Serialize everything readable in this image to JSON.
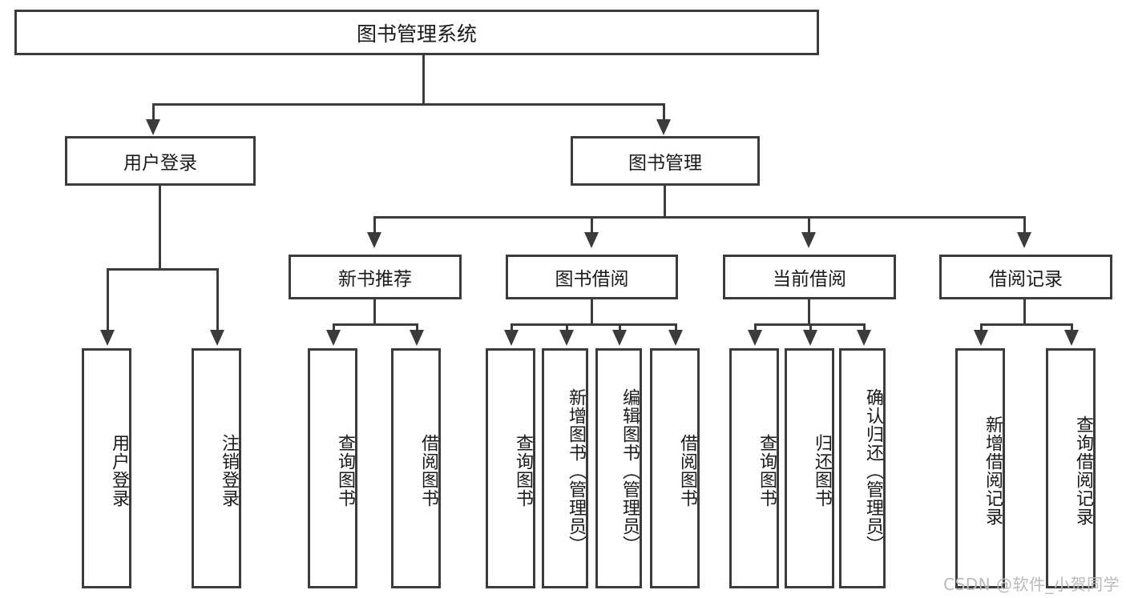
{
  "diagram": {
    "title": "图书管理系统",
    "type": "tree",
    "root": {
      "label": "图书管理系统"
    },
    "level2": [
      {
        "label": "用户登录"
      },
      {
        "label": "图书管理"
      }
    ],
    "level3": [
      {
        "label": "新书推荐"
      },
      {
        "label": "图书借阅"
      },
      {
        "label": "当前借阅"
      },
      {
        "label": "借阅记录"
      }
    ],
    "leaves": {
      "user_login": [
        {
          "label": "用户登录"
        },
        {
          "label": "注销登录"
        }
      ],
      "new_book_recommend": [
        {
          "label": "查询图书"
        },
        {
          "label": "借阅图书"
        }
      ],
      "book_borrow": [
        {
          "label": "查询图书"
        },
        {
          "label": "新增图书（管理员）"
        },
        {
          "label": "编辑图书（管理员）"
        },
        {
          "label": "借阅图书"
        }
      ],
      "current_borrow": [
        {
          "label": "查询图书"
        },
        {
          "label": "归还图书"
        },
        {
          "label": "确认归还（管理员）"
        }
      ],
      "borrow_record": [
        {
          "label": "新增借阅记录"
        },
        {
          "label": "查询借阅记录"
        }
      ]
    }
  },
  "watermark": {
    "text": "CSDN @软件_小贺同学"
  },
  "colors": {
    "stroke": "#3b3b3b",
    "background": "#ffffff",
    "text": "#1a1a1a",
    "watermark": "#b9b9b9"
  }
}
